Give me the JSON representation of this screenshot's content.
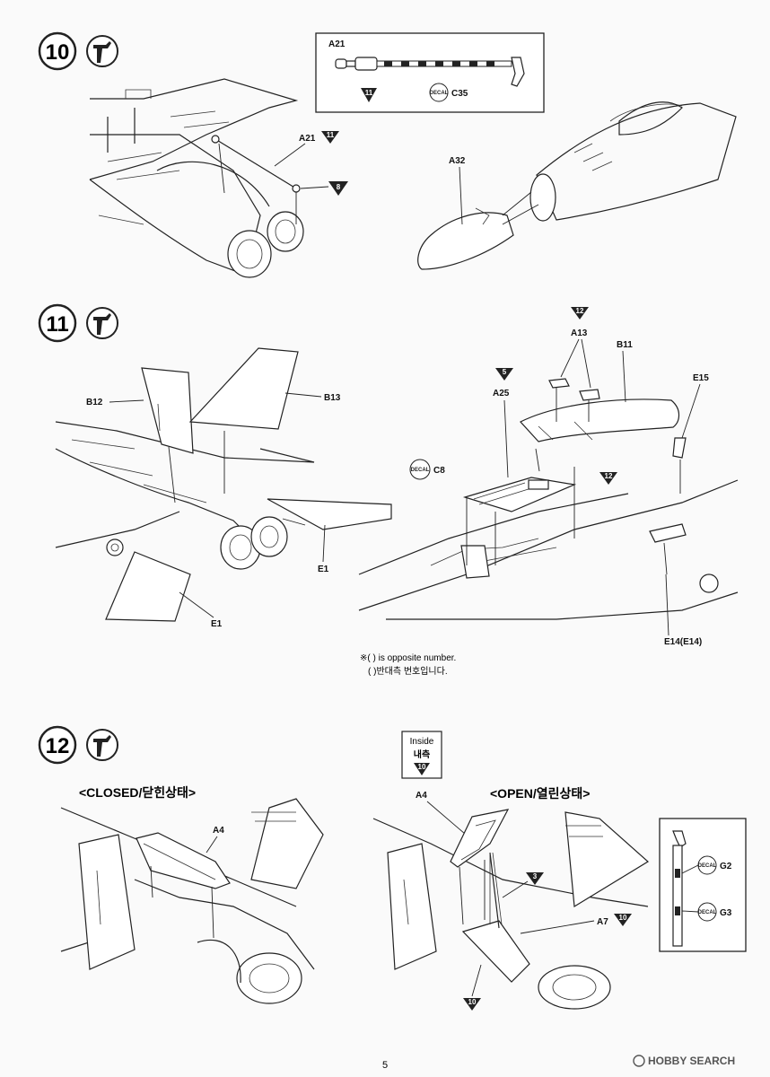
{
  "steps": [
    {
      "number": "10"
    },
    {
      "number": "11"
    },
    {
      "number": "12"
    }
  ],
  "step10": {
    "inset_label": "A21",
    "inset_triangle": "11",
    "inset_decal_text": "DECAL",
    "inset_decal_part": "C35",
    "label_a21": "A21",
    "label_a21_tri": "11",
    "tri_8": "8",
    "label_a32": "A32"
  },
  "step11": {
    "label_b12": "B12",
    "label_b13": "B13",
    "label_e1_right": "E1",
    "label_e1_left": "E1",
    "tri_12_top": "12",
    "label_a13": "A13",
    "label_b11": "B11",
    "label_e15": "E15",
    "tri_5": "5",
    "label_a25": "A25",
    "decal_text": "DECAL",
    "label_c8": "C8",
    "tri_12_mid": "12",
    "label_e14": "E14(E14)",
    "note_en": "※( ) is opposite number.",
    "note_ko": "( )반대측 번호입니다."
  },
  "step12": {
    "closed_title": "<CLOSED/닫힌상태>",
    "open_title": "<OPEN/열린상태>",
    "label_a4_closed": "A4",
    "inside_en": "Inside",
    "inside_ko": "내측",
    "inside_tri": "10",
    "label_a4_open": "A4",
    "tri_3": "3",
    "label_a7": "A7",
    "tri_a7": "10",
    "tri_bottom": "10",
    "decal_text": "DECAL",
    "label_g2": "G2",
    "label_g3": "G3"
  },
  "footer": {
    "page_number": "5",
    "watermark": "HOBBY SEARCH"
  },
  "icons": [
    "cement-glue-icon",
    "decal-icon",
    "triangle-step-ref-icon"
  ]
}
